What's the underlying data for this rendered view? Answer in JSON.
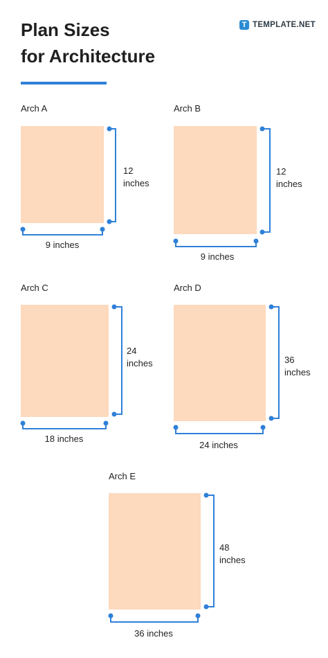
{
  "header": {
    "title_line1": "Plan Sizes",
    "title_line2": "for Architecture",
    "brand_icon": "T",
    "brand_text": "TEMPLATE.NET"
  },
  "colors": {
    "accent": "#2f80d8",
    "sheet": "#fdd9bd",
    "text": "#222222"
  },
  "sheets": [
    {
      "name": "Arch A",
      "height_line1": "12",
      "height_line2": "inches",
      "width_label": "9 inches"
    },
    {
      "name": "Arch B",
      "height_line1": "12",
      "height_line2": "inches",
      "width_label": "9 inches"
    },
    {
      "name": "Arch C",
      "height_line1": "24",
      "height_line2": "inches",
      "width_label": "18 inches"
    },
    {
      "name": "Arch D",
      "height_line1": "36",
      "height_line2": "inches",
      "width_label": "24 inches"
    },
    {
      "name": "Arch E",
      "height_line1": "48",
      "height_line2": "inches",
      "width_label": "36 inches"
    }
  ]
}
